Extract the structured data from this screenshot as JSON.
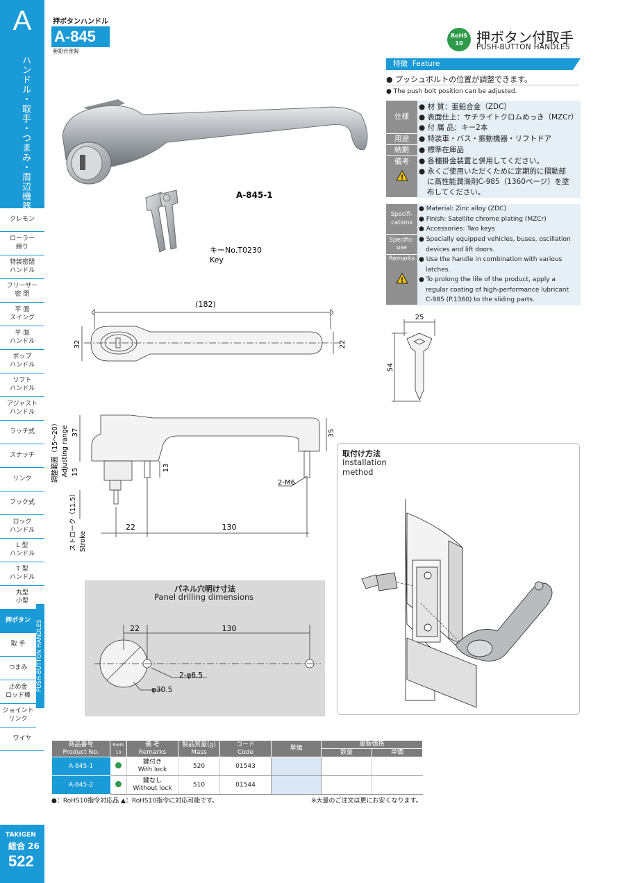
{
  "sidebar": {
    "letter": "A",
    "section_vertical": "ハンドル・取手・つまみ・周辺機器",
    "items": [
      {
        "label": "クレモン"
      },
      {
        "label": "ローラー\n締り"
      },
      {
        "label": "特装密閉\nハンドル"
      },
      {
        "label": "フリーザー\n密 閉"
      },
      {
        "label": "平 面\nスイング"
      },
      {
        "label": "平 面\nハンドル"
      },
      {
        "label": "ポップ\nハンドル"
      },
      {
        "label": "リフト\nハンドル"
      },
      {
        "label": "アジャスト\nハンドル"
      },
      {
        "label": "ラッチ式"
      },
      {
        "label": "スナッチ"
      },
      {
        "label": "リンク"
      },
      {
        "label": "フック式"
      },
      {
        "label": "ロック\nハンドル"
      },
      {
        "label": "L 型\nハンドル"
      },
      {
        "label": "T 型\nハンドル"
      },
      {
        "label": "丸型\n小型"
      },
      {
        "label": "押ボタン"
      },
      {
        "label": "取 手"
      },
      {
        "label": "つまみ"
      },
      {
        "label": "止め金\nロッド棒"
      },
      {
        "label": "ジョイント\nリンク"
      },
      {
        "label": "ワイヤ"
      }
    ],
    "stripe_label": "PUSH-BUTTON HANDLES",
    "brand": "TAKIGEN",
    "catalog": "総合 26",
    "page_number": "522"
  },
  "header": {
    "category": "押ボタンハンドル",
    "model": "A-845",
    "material": "亜鉛合金製",
    "rohs_line1": "RoHS",
    "rohs_line2": "10",
    "title_jp": "押ボタン付取手",
    "title_en": "PUSH-BUTTON HANDLES"
  },
  "feature": {
    "bar_jp": "特徴",
    "bar_en": "Feature",
    "jp": "● プッシュボルトの位置が調整できます。",
    "en": "● The push bolt position can be adjusted."
  },
  "specs_jp": [
    {
      "label": "仕様",
      "lines": [
        "● 材 質：亜鉛合金（ZDC）",
        "● 表面仕上：サチライトクロムめっき（MZCr）",
        "● 付 属 品：キー2本"
      ]
    },
    {
      "label": "用途",
      "lines": [
        "● 特装車・バス・振動機器・リフトドア"
      ]
    },
    {
      "label": "納期",
      "lines": [
        "● 標準在庫品"
      ]
    },
    {
      "label": "備考",
      "lines": [
        "● 各種掛金装置と併用してください。",
        "● 永くご使用いただくために定期的に摺動部",
        "に高性能潤滑剤C-985（1360ページ）を塗",
        "布してください。"
      ]
    }
  ],
  "specs_en": [
    {
      "label": "Specifi-\ncations",
      "lines": [
        "● Material: Zinc alloy (ZDC)",
        "● Finish: Satellite chrome plating (MZCr)",
        "● Accessories: Two keys"
      ]
    },
    {
      "label": "Specific-\nuse",
      "lines": [
        "● Specially equipped vehicles, buses, oscillation",
        "devices and lift doors."
      ]
    },
    {
      "label": "Remarks",
      "lines": [
        "● Use the handle in combination with various",
        "latches.",
        "● To prolong the life of the product, apply a",
        "regular coating of high-performance lubricant",
        "C-985 (P.1360) to the sliding parts."
      ]
    }
  ],
  "photo": {
    "product_label": "A-845-1",
    "key_label_jp": "キーNo.T0230",
    "key_label_en": "Key"
  },
  "drawing": {
    "dim_182": "(182)",
    "dim_32": "32",
    "dim_22": "22",
    "dim_25": "25",
    "dim_54": "54",
    "dim_37": "37",
    "dim_15": "15",
    "dim_13": "13",
    "dim_35": "35",
    "dim_22b": "22",
    "dim_130": "130",
    "m6": "2-M6",
    "adjust_jp": "調整範囲（15〜20）",
    "adjust_en": "Adjusting range",
    "stroke_jp": "ストローク（11.5）",
    "stroke_en": "Stroke"
  },
  "panel": {
    "title_jp": "パネル穴明け寸法",
    "title_en": "Panel drilling dimensions",
    "dim_22": "22",
    "dim_130": "130",
    "hole_small": "2-φ6.5",
    "hole_big": "φ30.5"
  },
  "install": {
    "title_jp": "取付け方法",
    "title_en1": "Installation",
    "title_en2": "method"
  },
  "table": {
    "h_pn_jp": "商品番号",
    "h_pn_en": "Product No.",
    "h_rohs": "RoHS 10",
    "h_rem_jp": "備 考",
    "h_rem_en": "Remarks",
    "h_mass_jp": "製品質量(g)",
    "h_mass_en": "Mass",
    "h_code_jp": "コード",
    "h_code_en": "Code",
    "h_unit": "単価",
    "h_vol": "量販価格",
    "h_qty": "数量",
    "h_vunit": "単価",
    "rows": [
      {
        "pn": "A-845-1",
        "rem_jp": "鍵付き",
        "rem_en": "With lock",
        "mass": "520",
        "code": "01543"
      },
      {
        "pn": "A-845-2",
        "rem_jp": "鍵なし",
        "rem_en": "Without lock",
        "mass": "510",
        "code": "01544"
      }
    ],
    "note_left": "●：RoHS10指令対応品 ▲：RoHS10指令に対応可能です。",
    "note_right": "※大量のご注文は更にお安くなります。"
  },
  "colors": {
    "accent": "#1a9ad6",
    "rohs": "#2e9a4a",
    "spec_label": "#8f8f8f"
  }
}
